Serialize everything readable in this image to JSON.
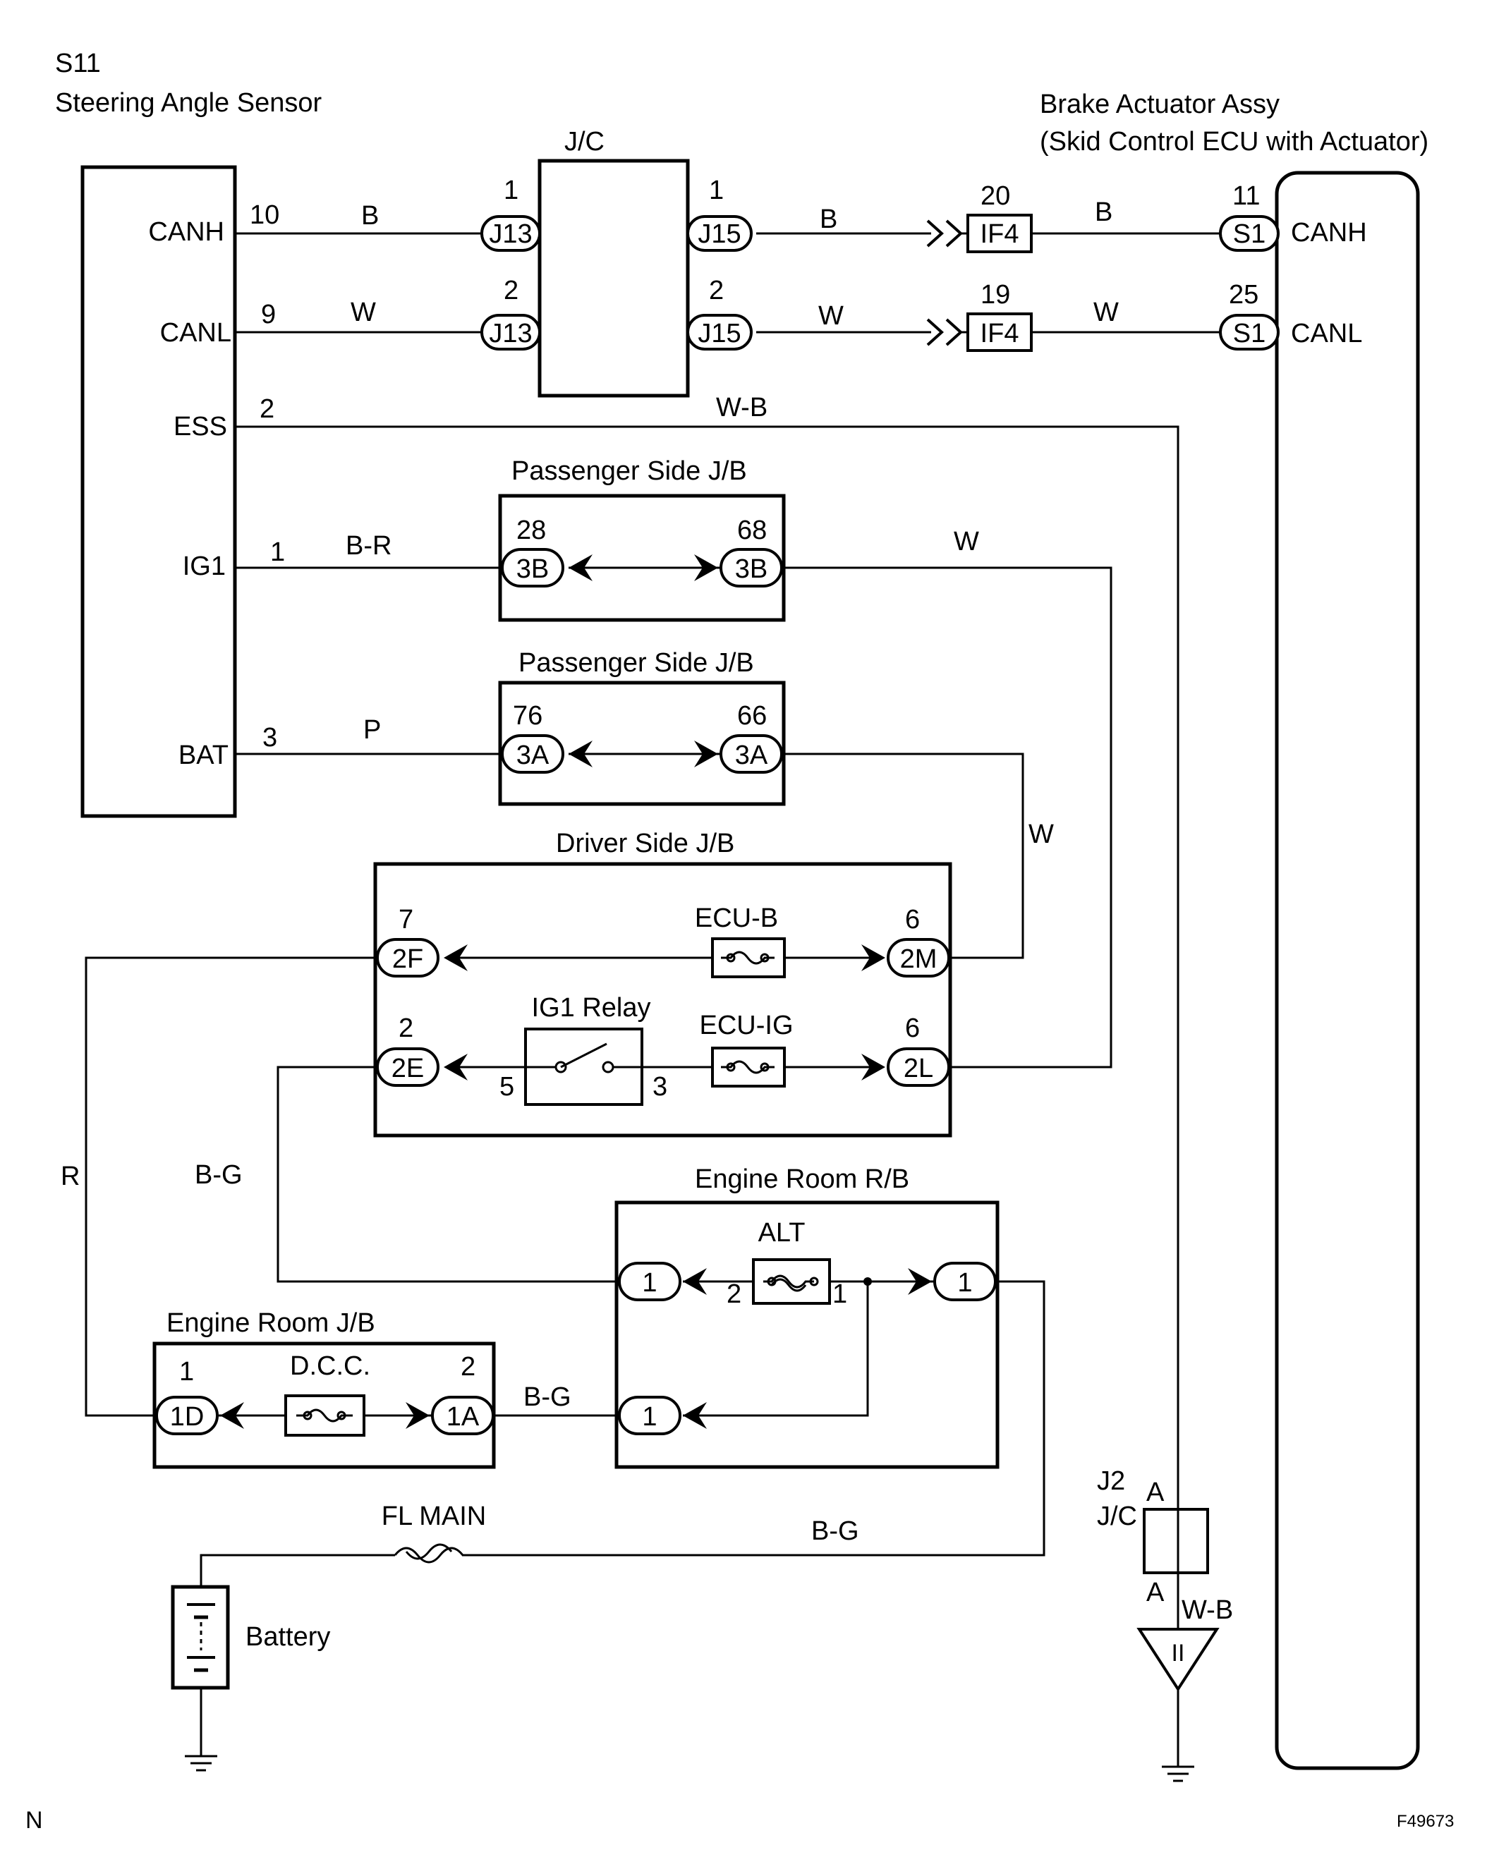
{
  "components": {
    "sensor": {
      "code": "S11",
      "name": "Steering Angle Sensor",
      "pins": {
        "canh": "CANH",
        "canl": "CANL",
        "ess": "ESS",
        "ig1": "IG1",
        "bat": "BAT"
      }
    },
    "brake": {
      "name": "Brake Actuator Assy",
      "sub": "(Skid Control ECU with Actuator)",
      "pins": {
        "canh": "CANH",
        "canl": "CANL"
      }
    },
    "jc": {
      "name": "J/C"
    },
    "psjb1": {
      "name": "Passenger Side J/B"
    },
    "psjb2": {
      "name": "Passenger Side J/B"
    },
    "dsjb": {
      "name": "Driver Side J/B"
    },
    "errb": {
      "name": "Engine Room R/B"
    },
    "erjb": {
      "name": "Engine Room J/B"
    },
    "j2": {
      "code": "J2",
      "name": "J/C"
    },
    "battery": {
      "name": "Battery"
    }
  },
  "fuses": {
    "ecub": "ECU-B",
    "ecuig": "ECU-IG",
    "alt": "ALT",
    "dcc": "D.C.C.",
    "flmain": "FL MAIN"
  },
  "relays": {
    "ig1": "IG1 Relay"
  },
  "connectors": {
    "j13": "J13",
    "j15": "J15",
    "if4": "IF4",
    "s1": "S1",
    "c3b": "3B",
    "c3a": "3A",
    "c2f": "2F",
    "c2m": "2M",
    "c2e": "2E",
    "c2l": "2L",
    "c1d": "1D",
    "c1a": "1A",
    "c1": "1",
    "ground": "II"
  },
  "pins": {
    "p10": "10",
    "p9": "9",
    "p2": "2",
    "p1": "1",
    "p3": "3",
    "p20": "20",
    "p19": "19",
    "p11": "11",
    "p25": "25",
    "p28": "28",
    "p68": "68",
    "p76": "76",
    "p66": "66",
    "p7": "7",
    "p6": "6",
    "p5": "5",
    "a": "A"
  },
  "wires": {
    "b": "B",
    "w": "W",
    "wb": "W-B",
    "br": "B-R",
    "p": "P",
    "r": "R",
    "bg": "B-G"
  },
  "corner": {
    "left": "N",
    "right": "F49673"
  }
}
